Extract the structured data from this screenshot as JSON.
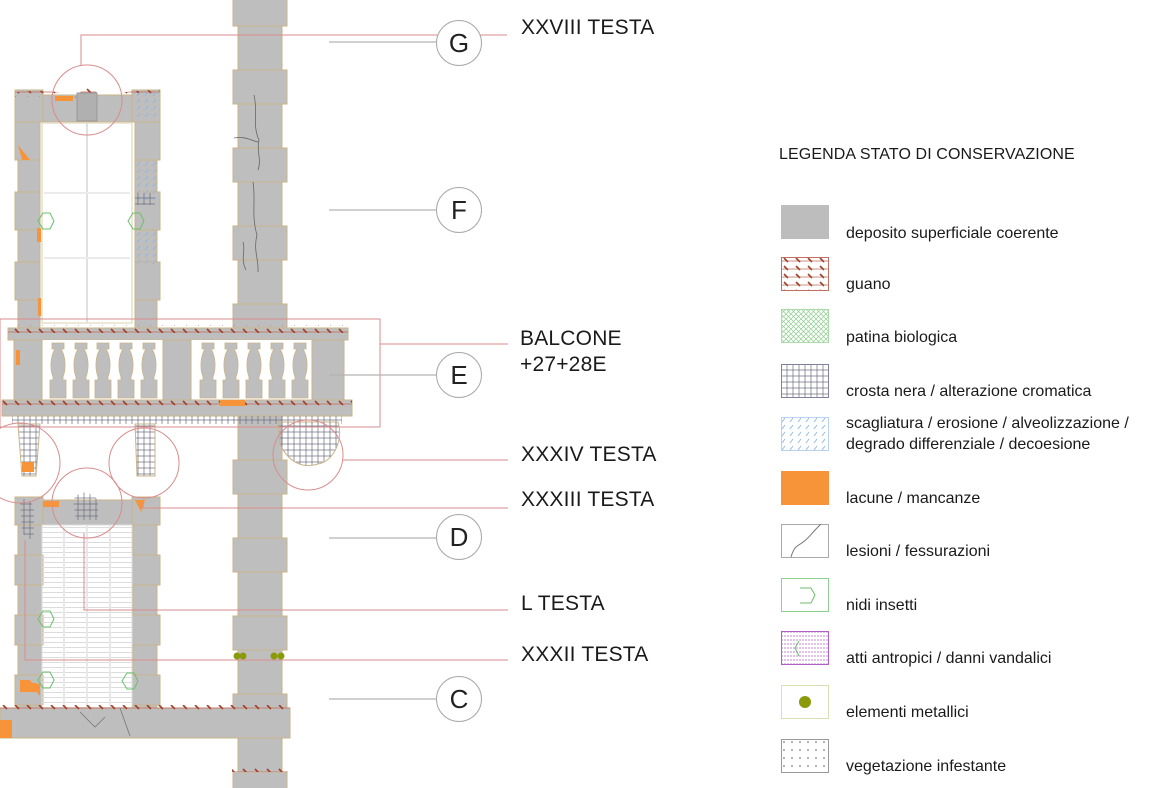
{
  "drawing": {
    "section_markers": [
      {
        "id": "G",
        "label": "G"
      },
      {
        "id": "F",
        "label": "F"
      },
      {
        "id": "E",
        "label": "E"
      },
      {
        "id": "D",
        "label": "D"
      },
      {
        "id": "C",
        "label": "C"
      }
    ],
    "callouts": [
      {
        "id": "xxviii",
        "text": "XXVIII TESTA"
      },
      {
        "id": "balcone_1",
        "text": "BALCONE"
      },
      {
        "id": "balcone_2",
        "text": "+27+28E"
      },
      {
        "id": "xxxiv",
        "text": "XXXIV TESTA"
      },
      {
        "id": "xxxiii",
        "text": "XXXIII TESTA"
      },
      {
        "id": "l",
        "text": "L TESTA"
      },
      {
        "id": "xxxii",
        "text": "XXXII TESTA"
      }
    ]
  },
  "legend": {
    "title": "LEGENDA STATO DI CONSERVAZIONE",
    "items": [
      {
        "pattern": "solid-grey",
        "lines": [
          "deposito superficiale coerente"
        ],
        "color": "#bdbdbd"
      },
      {
        "pattern": "red-hatch",
        "lines": [
          "guano"
        ],
        "color": "#b5543d"
      },
      {
        "pattern": "green-crosshatch",
        "lines": [
          "patina biologica"
        ],
        "color": "#7dbf7a"
      },
      {
        "pattern": "grid",
        "lines": [
          "crosta nera / alterazione cromatica"
        ],
        "color": "#6b6b80"
      },
      {
        "pattern": "blue-dashes",
        "lines": [
          "scagliatura / erosione / alveolizzazione /",
          "degrado differenziale / decoesione"
        ],
        "color": "#8db6e6"
      },
      {
        "pattern": "solid-orange",
        "lines": [
          "lacune / mancanze"
        ],
        "color": "#f7943a"
      },
      {
        "pattern": "crack",
        "lines": [
          "lesioni / fessurazioni"
        ],
        "color": "#8a8a8a"
      },
      {
        "pattern": "hexagon",
        "lines": [
          "nidi insetti"
        ],
        "color": "#6cbf6c"
      },
      {
        "pattern": "purple-lines",
        "lines": [
          "atti antropici / danni vandalici"
        ],
        "color": "#b05fc4"
      },
      {
        "pattern": "dot",
        "lines": [
          "elementi metallici"
        ],
        "color": "#8a9a0a"
      },
      {
        "pattern": "dots",
        "lines": [
          "vegetazione infestante"
        ],
        "color": "#555555"
      }
    ]
  },
  "colors": {
    "stone": "#bebebe",
    "stone_edge": "#c9b48a",
    "leader_red": "#d98c8c",
    "leader_grey": "#b3b3b3"
  }
}
